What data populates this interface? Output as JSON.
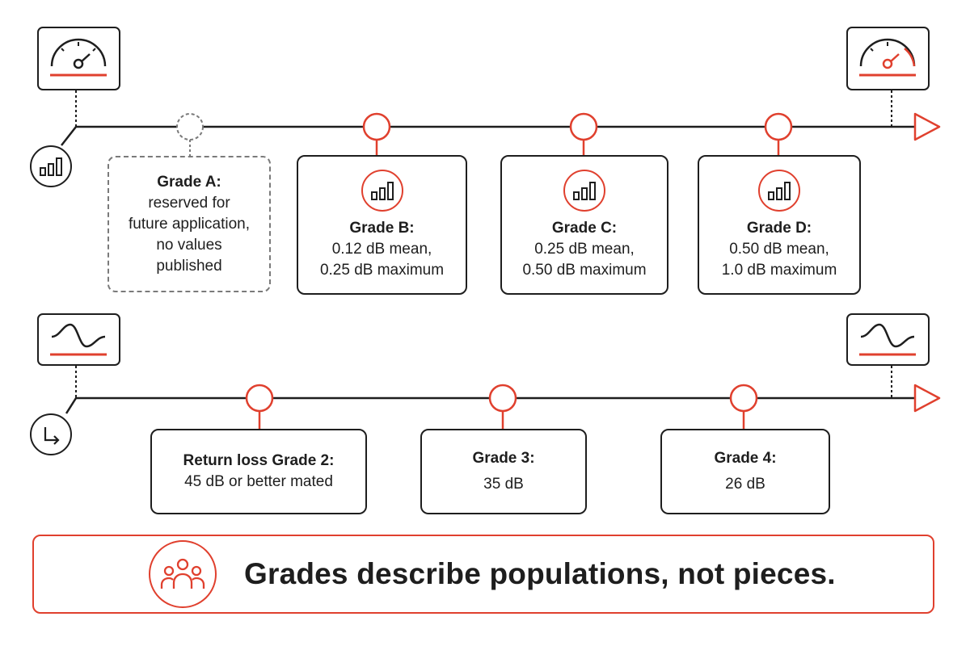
{
  "insertion_loss_grades": [
    {
      "id": "a",
      "title": "Grade A:",
      "lines": [
        "reserved for",
        "future application,",
        "no values",
        "published"
      ],
      "reserved": true
    },
    {
      "id": "b",
      "title": "Grade B:",
      "lines": [
        "0.12 dB mean,",
        "0.25 dB maximum"
      ],
      "reserved": false
    },
    {
      "id": "c",
      "title": "Grade C:",
      "lines": [
        "0.25 dB mean,",
        "0.50 dB maximum"
      ],
      "reserved": false
    },
    {
      "id": "d",
      "title": "Grade D:",
      "lines": [
        "0.50 dB mean,",
        "1.0 dB maximum"
      ],
      "reserved": false
    }
  ],
  "return_loss_grades": [
    {
      "id": "2",
      "title": "Return loss Grade 2:",
      "lines": [
        "45 dB or better mated"
      ]
    },
    {
      "id": "3",
      "title": "Grade 3:",
      "lines": [
        "35 dB"
      ]
    },
    {
      "id": "4",
      "title": "Grade 4:",
      "lines": [
        "26 dB"
      ]
    }
  ],
  "icons": {
    "track1_start": "gauge-icon",
    "track1_end": "gauge-icon",
    "track1_origin": "bar-chart-icon",
    "card_icon": "bar-chart-icon",
    "track2_start": "wave-icon",
    "track2_end": "wave-icon",
    "track2_origin": "return-arrow-icon",
    "banner": "people-group-icon"
  },
  "banner": {
    "text": "Grades describe populations, not pieces."
  },
  "colors": {
    "accent": "#e0402e",
    "ink": "#1e1e1e",
    "muted": "#7a7a7a"
  }
}
